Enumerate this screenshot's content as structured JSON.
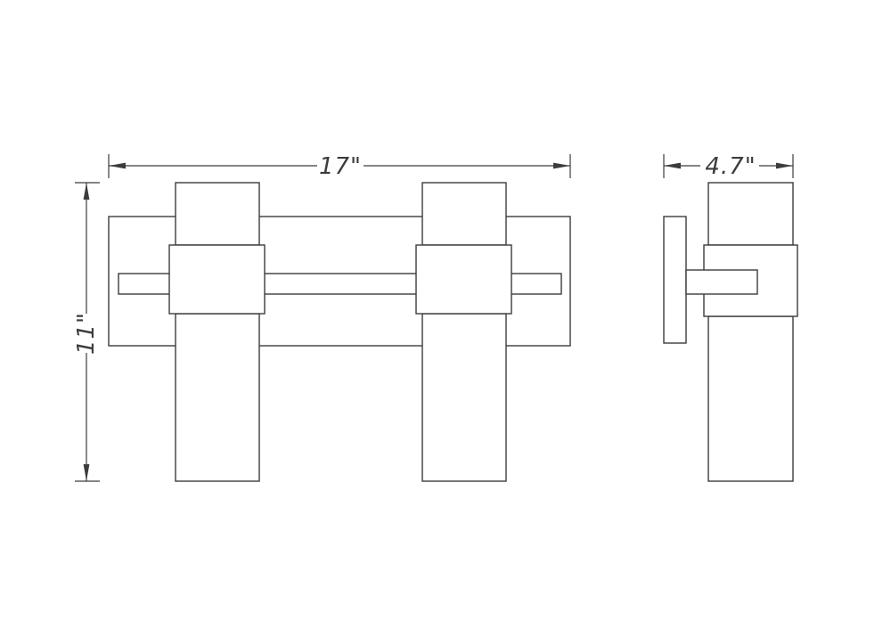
{
  "drawing": {
    "type": "technical-dimension-drawing",
    "subject": "two-light wall fixture, front and side elevation",
    "colors": {
      "line": "#3c3c3c",
      "background": "#ffffff"
    },
    "dimensions": {
      "front_width": "17\"",
      "side_depth": "4.7\"",
      "height": "11\""
    }
  }
}
